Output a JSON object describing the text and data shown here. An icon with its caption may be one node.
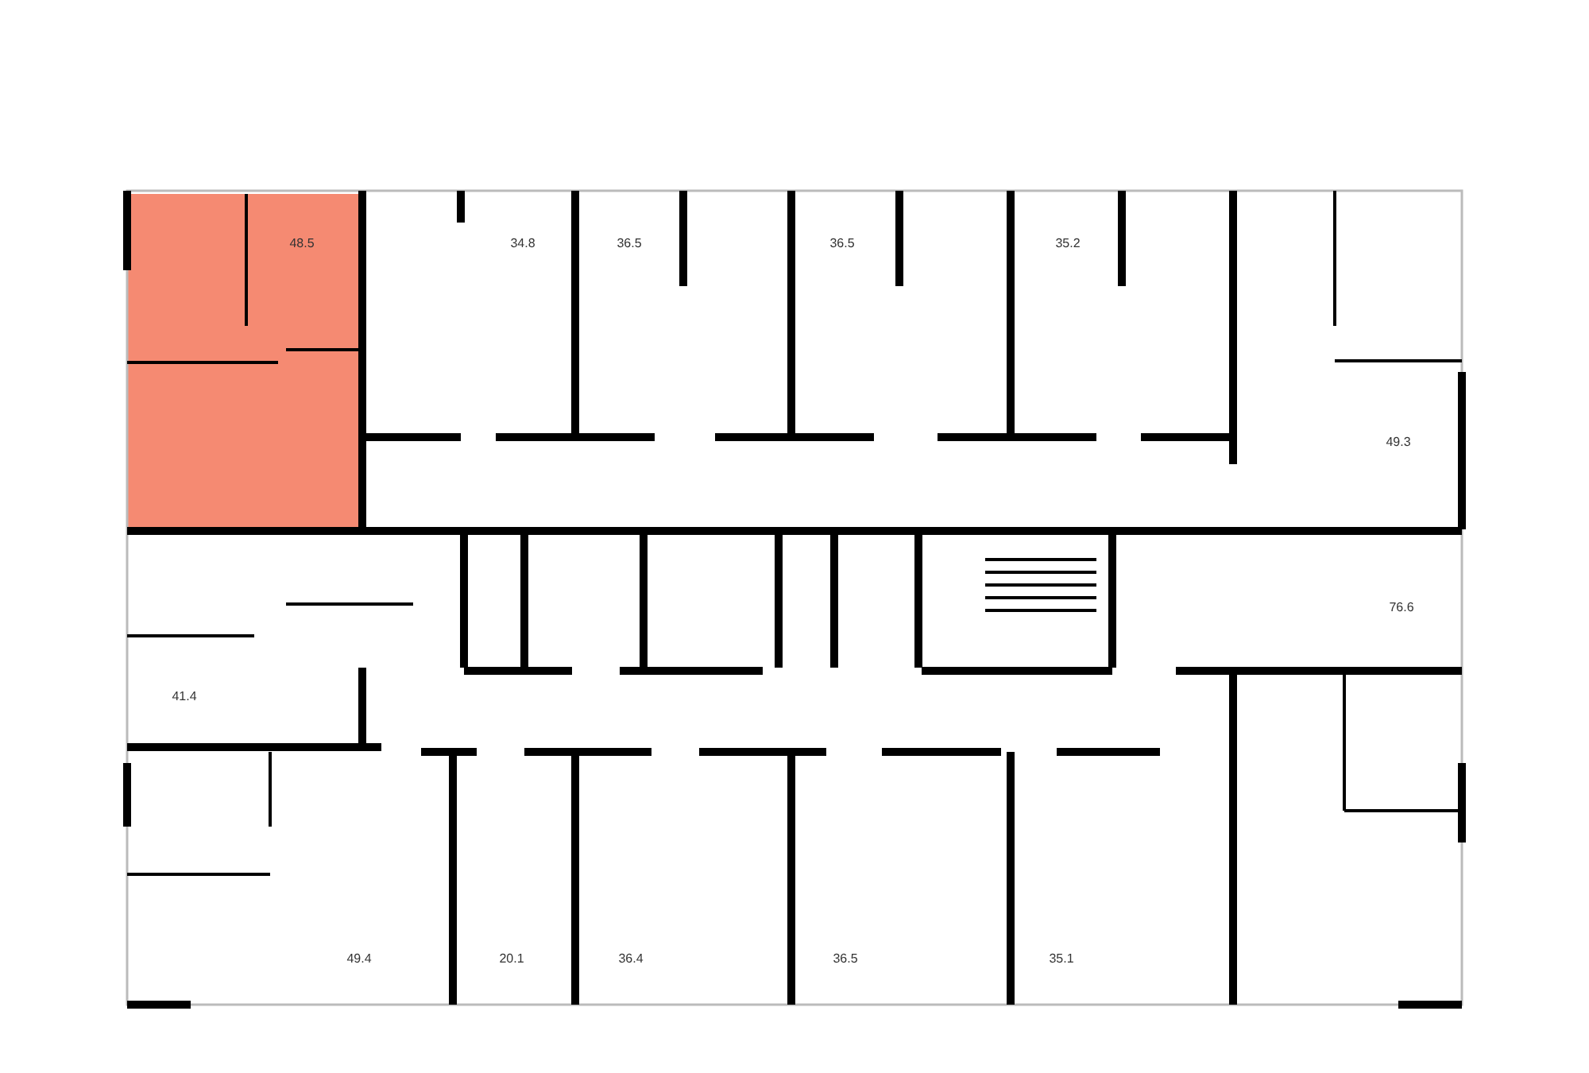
{
  "diagram": {
    "labels": [
      "48.5",
      "34.8",
      "36.5",
      "36.5",
      "35.2",
      "49.3",
      "76.6",
      "41.4",
      "49.4",
      "20.1",
      "36.4",
      "36.5",
      "35.1"
    ]
  }
}
